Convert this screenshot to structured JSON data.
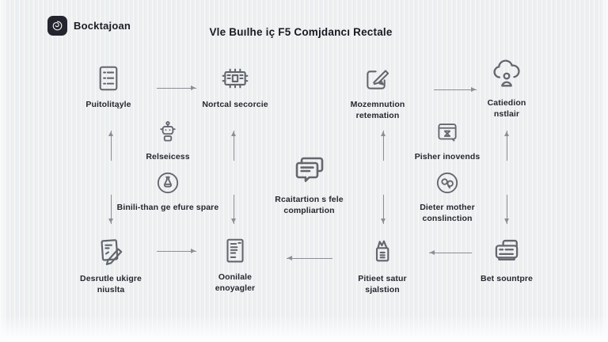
{
  "brand": {
    "name": "Bocktajoan",
    "logo_icon": "swirl-logo-icon"
  },
  "title": "Vle Buılhe iç F5 Comjdancı Rectale",
  "colors": {
    "background": "#edeff0",
    "text": "#26282f",
    "title_text": "#181a20",
    "icon_stroke": "#63666d",
    "arrow": "#8b8f95",
    "logo_background": "#23242e"
  },
  "nodes": [
    {
      "id": "puitolitayle",
      "label": "Puitolitąyle",
      "icon": "checklist-document-icon"
    },
    {
      "id": "nortcal",
      "label": "Nortcal secorcie",
      "icon": "circuit-chip-icon"
    },
    {
      "id": "mozemnution",
      "label": "Mozemnution retemation",
      "icon": "edit-pen-icon"
    },
    {
      "id": "catiedion",
      "label": "Catiedion nstlair",
      "icon": "cloud-person-icon"
    },
    {
      "id": "relseicess",
      "label": "Relseicess",
      "icon": "robot-icon"
    },
    {
      "id": "pisher",
      "label": "Pisher inovends",
      "icon": "window-hourglass-icon"
    },
    {
      "id": "binili",
      "label": "Binili-than ge efure spare",
      "icon": "flask-circle-icon"
    },
    {
      "id": "rcaitartion",
      "label": "Rcaitartion s fele compliartion",
      "icon": "paper-stack-icon"
    },
    {
      "id": "dieter",
      "label": "Dieter mother conslinction",
      "icon": "people-circle-icon"
    },
    {
      "id": "desrutle",
      "label": "Desrutle ukigre niuslta",
      "icon": "document-pen-icon"
    },
    {
      "id": "oonilale",
      "label": "Oonilale enoyagler",
      "icon": "document-icon"
    },
    {
      "id": "pitieet",
      "label": "Pitieet satur sjalstion",
      "icon": "shopping-bag-icon"
    },
    {
      "id": "bet",
      "label": "Bet sountpre",
      "icon": "printer-icon"
    }
  ]
}
